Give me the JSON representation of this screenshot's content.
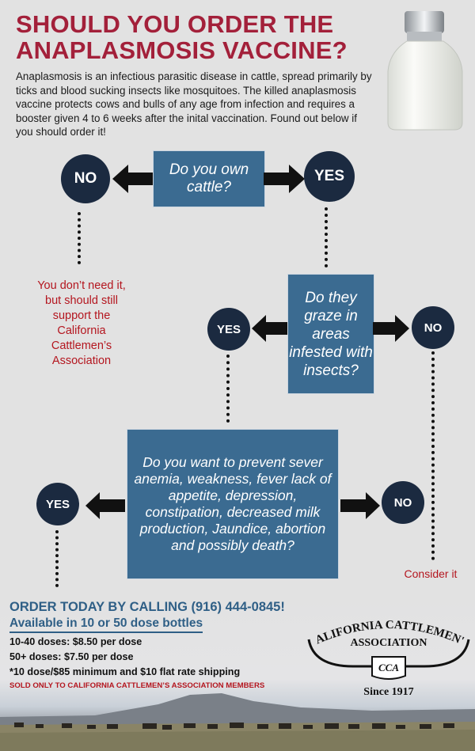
{
  "title": "SHOULD YOU ORDER THE ANAPLASMOSIS VACCINE?",
  "intro": "Anaplasmosis is an infectious parasitic disease in cattle, spread primarily by ticks and blood sucking insects like mosquitoes. The killed anaplasmosis vaccine protects cows and bulls of any age from infection and requires a booster given 4 to 6 weeks after the inital vaccination. Found out below if you should order it!",
  "flow": {
    "q1": "Do you own cattle?",
    "q1_no": "NO",
    "q1_yes": "YES",
    "no_result": "You don’t need it, but should still support the California Cattlemen’s Association",
    "q2": "Do they graze in areas infested with insects?",
    "q2_yes": "YES",
    "q2_no": "NO",
    "q3": "Do you want to prevent sever anemia, weakness, fever lack of appetite, depression, constipation, decreased milk production, Jaundice, abortion and possibly death?",
    "q3_yes": "YES",
    "q3_no": "NO",
    "consider": "Consider it"
  },
  "order": {
    "call": "ORDER TODAY BY CALLING (916) 444-0845!",
    "available": "Available in 10 or 50 dose bottles",
    "price1": "10-40 doses: $8.50 per dose",
    "price2": "50+ doses: $7.50 per dose",
    "price3": "*10 dose/$85 minimum and $10 flat rate shipping",
    "members": "SOLD ONLY TO CALIFORNIA CATTLEMEN’S ASSOCIATION MEMBERS"
  },
  "logo": {
    "line1": "CALIFORNIA CATTLEMEN'S",
    "line2": "ASSOCIATION",
    "mark": "CCA",
    "since": "Since 1917"
  },
  "colors": {
    "title_red": "#a3203a",
    "question_blue": "#3b6b91",
    "circle_navy": "#1b2a40",
    "order_blue": "#2f5f86",
    "note_red": "#b4161f"
  }
}
